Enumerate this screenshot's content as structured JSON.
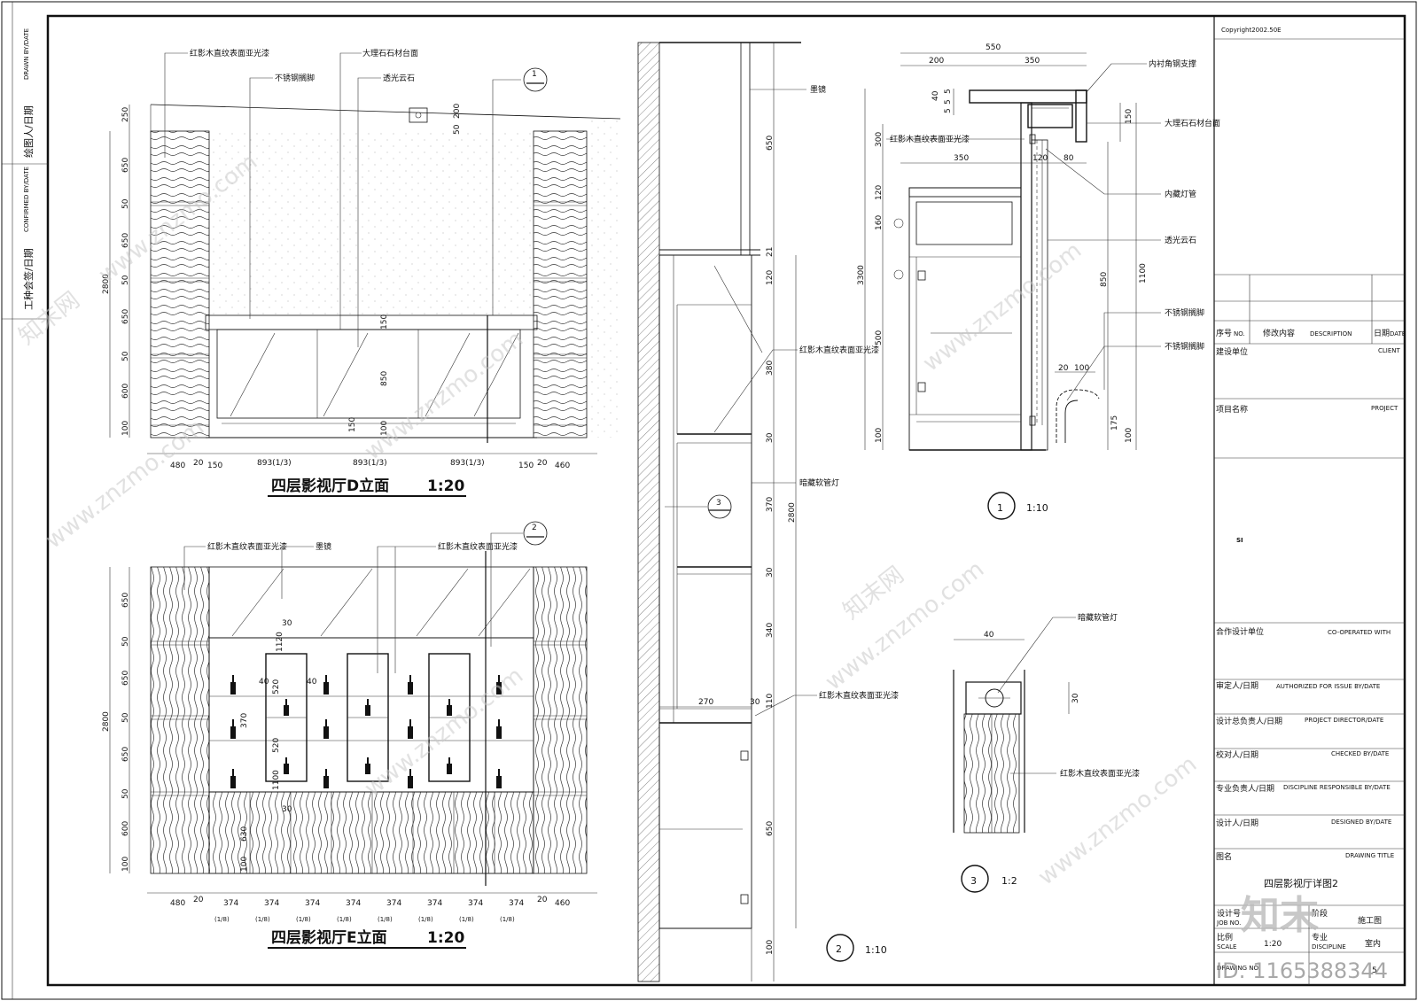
{
  "title_block": {
    "copyright": "Copyright2002.50E",
    "sequence": "序号",
    "sequence_en": "NO.",
    "revision": "修改内容",
    "revision_en": "DESCRIPTION",
    "date": "日期",
    "date_en": "DATE",
    "client": "建设单位",
    "client_en": "CLIENT",
    "project": "项目名称",
    "project_en": "PROJECT",
    "si": "SI",
    "cooperated": "合作设计单位",
    "cooperated_en": "CO-OPERATED WITH",
    "authorized": "审定人/日期",
    "authorized_en": "AUTHORIZED FOR ISSUE BY/DATE",
    "director": "设计总负责人/日期",
    "director_en": "PROJECT DIRECTOR/DATE",
    "checked": "校对人/日期",
    "checked_en": "CHECKED BY/DATE",
    "discipline_resp": "专业负责人/日期",
    "discipline_resp_en": "DISCIPLINE RESPONSIBLE BY/DATE",
    "designed": "设计人/日期",
    "designed_en": "DESIGNED BY/DATE",
    "drawing_title": "图名",
    "drawing_title_en": "DRAWING TITLE",
    "drawing_name": "四层影视厅详图2",
    "job_no": "设计号",
    "job_no_en": "JOB NO.",
    "stage_label": "阶段",
    "stage": "施工图",
    "scale_label": "比例",
    "scale_en": "SCALE",
    "scale": "1:20",
    "discipline_label": "专业",
    "discipline_en": "DISCIPLINE",
    "discipline": "室内",
    "drawing_no_en": "DRAWING NO.",
    "drawing_no": "5"
  },
  "left_strip": {
    "drawn_en": "DRAWN BY/DATE",
    "drawn": "绘图人/日期",
    "confirmed_en": "CONFIRMED BY/DATE",
    "confirmed": "工种会签/日期"
  },
  "elevation_d": {
    "title": "四层影视厅D立面",
    "scale": "1:20",
    "notes": [
      "红影木直纹表面亚光漆",
      "大理石石材台面",
      "不锈钢搁脚",
      "透光云石"
    ],
    "callout": "1",
    "left_dims": [
      "250",
      "650",
      "50",
      "650",
      "50",
      "650",
      "50",
      "600",
      "100"
    ],
    "total_height": "2800",
    "mid_dims": [
      "150",
      "850",
      "150",
      "100"
    ],
    "top_dims": [
      "200",
      "50"
    ],
    "bottom_dims": [
      "480",
      "20",
      "150",
      "893(1/3)",
      "893(1/3)",
      "893(1/3)",
      "150",
      "20",
      "460"
    ]
  },
  "elevation_e": {
    "title": "四层影视厅E立面",
    "scale": "1:20",
    "notes": [
      "红影木直纹表面亚光漆",
      "墨镜",
      "红影木直纹表面亚光漆"
    ],
    "callout": "2",
    "left_dims": [
      "650",
      "50",
      "650",
      "50",
      "650",
      "50",
      "600",
      "100"
    ],
    "total_height": "2800",
    "inner_dims": [
      "30",
      "1120",
      "40",
      "40",
      "520",
      "370",
      "520",
      "1100",
      "30",
      "630",
      "100"
    ],
    "bottom_dims": [
      "480",
      "20",
      "374",
      "374",
      "374",
      "374",
      "374",
      "374",
      "374",
      "374",
      "20",
      "460"
    ],
    "fractions": [
      "(1/8)",
      "(1/8)",
      "(1/8)",
      "(1/8)",
      "(1/8)",
      "(1/8)",
      "(1/8)",
      "(1/8)"
    ]
  },
  "section_2": {
    "callout_label": "2",
    "scale": "1:10",
    "ref": "3",
    "notes": [
      "墨镜",
      "红影木直纹表面亚光漆",
      "暗藏软管灯",
      "红影木直纹表面亚光漆"
    ],
    "dims": [
      "650",
      "21",
      "120",
      "380",
      "30",
      "370",
      "30",
      "340",
      "110",
      "650",
      "100"
    ],
    "total": "2800",
    "horizontal": [
      "270",
      "30"
    ]
  },
  "detail_1": {
    "callout_label": "1",
    "scale": "1:10",
    "notes": [
      "内衬角钢支撑",
      "大理石石材台面",
      "红影木直纹表面亚光漆",
      "内藏灯管",
      "透光云石",
      "不锈钢搁脚",
      "不锈钢搁脚"
    ],
    "top_dims": [
      "550",
      "200",
      "350"
    ],
    "mid_dims": [
      "350",
      "120",
      "80"
    ],
    "left_dims": [
      "40",
      "5",
      "5",
      "5",
      "300",
      "120",
      "160",
      "3300",
      "500",
      "100"
    ],
    "right_dims": [
      "150",
      "850",
      "1100",
      "175",
      "100"
    ],
    "foot_dims": [
      "20",
      "100"
    ]
  },
  "detail_3": {
    "callout_label": "3",
    "scale": "1:2",
    "note": "暗藏软管灯",
    "dims": [
      "40",
      "30"
    ]
  },
  "watermark": {
    "site": "www.znzmo.com",
    "brand": "知末网",
    "logo": "知末",
    "id": "ID: 1165388344"
  }
}
